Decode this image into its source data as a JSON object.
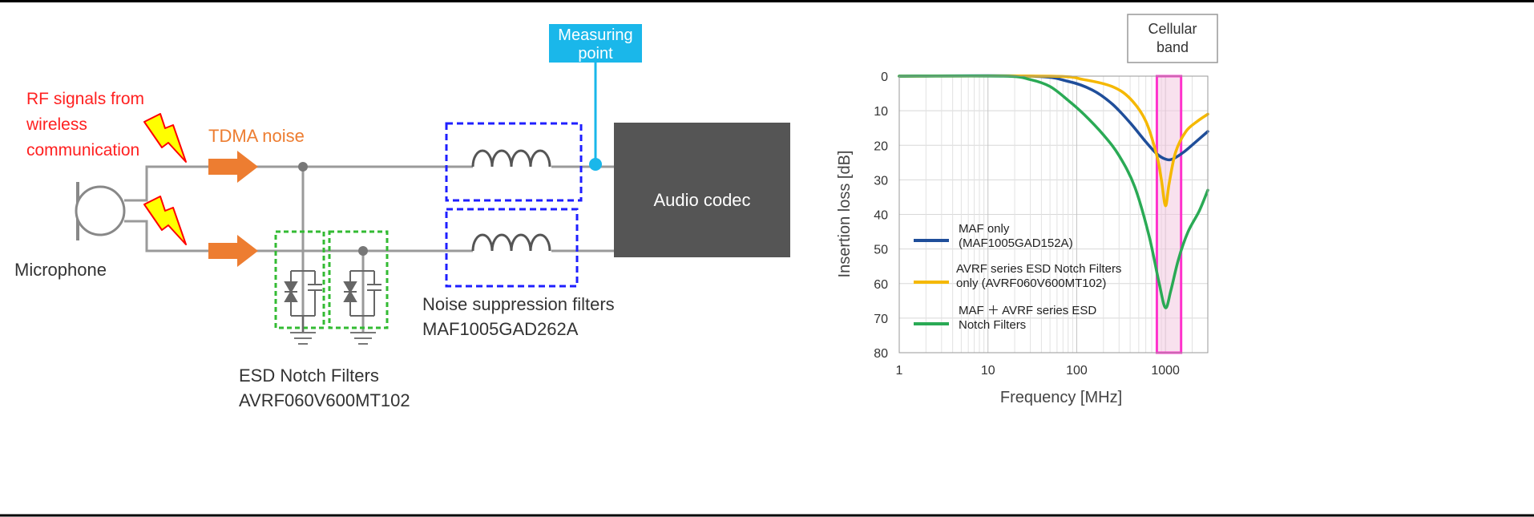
{
  "circuit": {
    "rf_label": [
      "RF signals from",
      "wireless",
      "communication"
    ],
    "tdma_label": "TDMA noise",
    "microphone_label": "Microphone",
    "measuring_point_label": [
      "Measuring",
      "point"
    ],
    "codec_label": "Audio codec",
    "nsf_label": [
      "Noise suppression filters",
      "MAF1005GAD262A"
    ],
    "esd_label": [
      "ESD Notch Filters",
      "AVRF060V600MT102"
    ]
  },
  "colors": {
    "rf_text": "#ff2020",
    "tdma_text": "#ed7d31",
    "arrow": "#ed7d31",
    "wire": "#9a9a9a",
    "measure_box": "#1ab7ea",
    "codec_box": "#555555",
    "nsf_box": "#1f1fff",
    "esd_box": "#33bb33",
    "bolt_fill": "#ffff00",
    "bolt_stroke": "#ff0000",
    "band_fill": "#f2c8e0",
    "band_stroke": "#ff33cc"
  },
  "band_box_label": [
    "Cellular",
    "band"
  ],
  "chart_data": {
    "type": "line",
    "xlabel": "Frequency [MHz]",
    "ylabel": "Insertion loss [dB]",
    "x_scale": "log",
    "xlim": [
      1,
      3000
    ],
    "ylim": [
      0,
      80
    ],
    "y_inverted": true,
    "x_ticks": [
      1,
      10,
      100,
      1000
    ],
    "x_tick_labels": [
      "1",
      "10",
      "100",
      "1000"
    ],
    "y_ticks": [
      0,
      10,
      20,
      30,
      40,
      50,
      60,
      70,
      80
    ],
    "y_tick_labels": [
      "0",
      "10",
      "20",
      "30",
      "40",
      "50",
      "60",
      "70",
      "80"
    ],
    "grid": true,
    "legend_position": "bottom-left",
    "band_highlight": [
      800,
      1500
    ],
    "series": [
      {
        "name": "MAF only\n(MAF1005GAD152A)",
        "color": "#1f4e9a",
        "x": [
          1,
          30,
          80,
          150,
          250,
          400,
          600,
          800,
          1000,
          1200,
          1600,
          2200,
          3000
        ],
        "y": [
          0,
          0,
          1.5,
          4,
          8,
          13.5,
          19,
          22.5,
          24,
          24,
          22,
          19,
          16
        ]
      },
      {
        "name": "AVRF series ESD Notch Filters\nonly (AVRF060V600MT102)",
        "color": "#f5b800",
        "x": [
          1,
          50,
          120,
          250,
          400,
          600,
          800,
          900,
          1000,
          1100,
          1300,
          1700,
          2300,
          3000
        ],
        "y": [
          0,
          0,
          1,
          3,
          6.5,
          13,
          23,
          30,
          37.5,
          31,
          22,
          16,
          13,
          11
        ]
      },
      {
        "name": "MAF ＋ AVRF series ESD\nNotch Filters",
        "color": "#2aaa55",
        "x": [
          1,
          15,
          30,
          50,
          80,
          120,
          200,
          300,
          450,
          650,
          850,
          1000,
          1150,
          1400,
          1800,
          2400,
          3000
        ],
        "y": [
          0,
          0,
          1,
          3,
          7,
          11,
          17,
          23,
          32,
          46,
          60,
          67,
          62,
          53,
          45,
          39,
          33
        ]
      }
    ]
  }
}
